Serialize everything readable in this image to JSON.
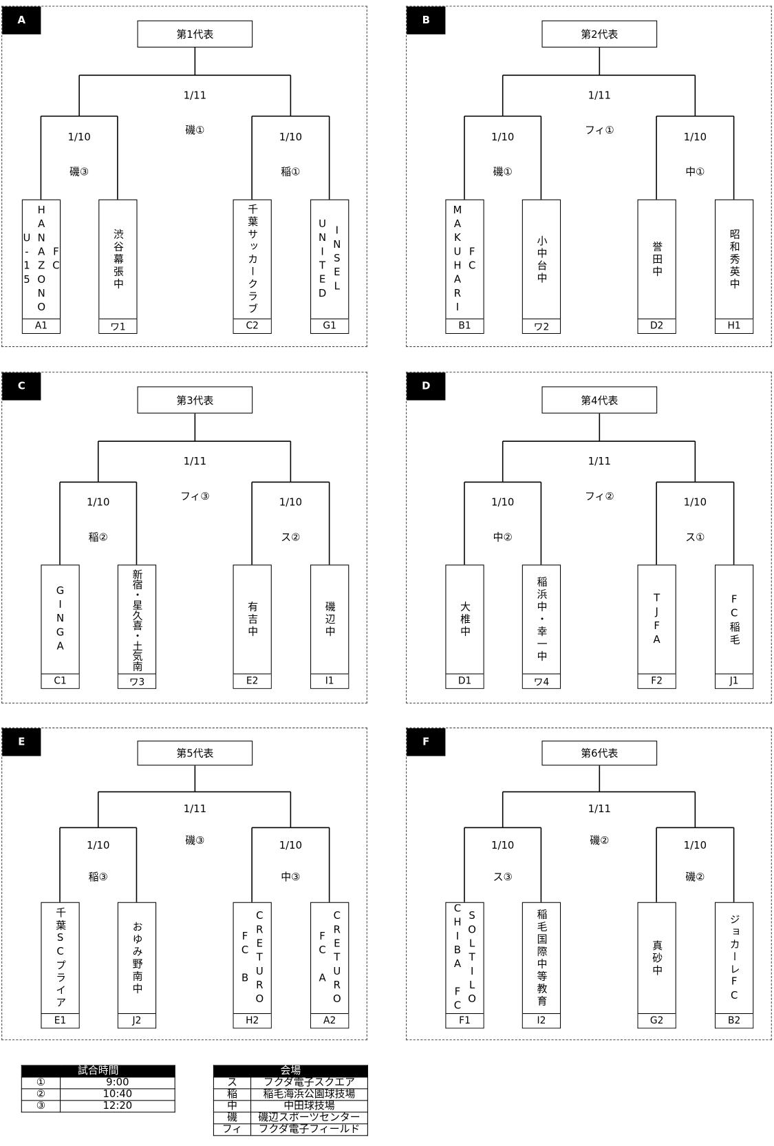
{
  "panels": [
    {
      "label": "A",
      "rep": "第1代表",
      "final": {
        "date": "1/11",
        "venue": "磯①"
      },
      "semis": [
        {
          "date": "1/10",
          "venue": "磯③"
        },
        {
          "date": "1/10",
          "venue": "稲①"
        }
      ],
      "teams": [
        {
          "lines": [
            "FC",
            "HANAZONO",
            "U-15"
          ],
          "seed": "A1"
        },
        {
          "lines": [
            "渋谷幕張中"
          ],
          "seed": "ワ1"
        },
        {
          "lines": [
            "千葉サッカークラブ"
          ],
          "seed": "C2"
        },
        {
          "lines": [
            "INSEL",
            "UNITED"
          ],
          "seed": "G1"
        }
      ]
    },
    {
      "label": "B",
      "rep": "第2代表",
      "final": {
        "date": "1/11",
        "venue": "フィ①"
      },
      "semis": [
        {
          "date": "1/10",
          "venue": "磯①"
        },
        {
          "date": "1/10",
          "venue": "中①"
        }
      ],
      "teams": [
        {
          "lines": [
            "FC",
            "MAKUHARI"
          ],
          "seed": "B1"
        },
        {
          "lines": [
            "小中台中"
          ],
          "seed": "ワ2"
        },
        {
          "lines": [
            "誉田中"
          ],
          "seed": "D2"
        },
        {
          "lines": [
            "昭和秀英中"
          ],
          "seed": "H1"
        }
      ]
    },
    {
      "label": "C",
      "rep": "第3代表",
      "final": {
        "date": "1/11",
        "venue": "フィ③"
      },
      "semis": [
        {
          "date": "1/10",
          "venue": "稲②"
        },
        {
          "date": "1/10",
          "venue": "ス②"
        }
      ],
      "teams": [
        {
          "lines": [
            "GINGA"
          ],
          "seed": "C1"
        },
        {
          "lines": [
            "新宿・星久喜・土気南"
          ],
          "seed": "ワ3"
        },
        {
          "lines": [
            "有吉中"
          ],
          "seed": "E2"
        },
        {
          "lines": [
            "磯辺中"
          ],
          "seed": "I1"
        }
      ]
    },
    {
      "label": "D",
      "rep": "第4代表",
      "final": {
        "date": "1/11",
        "venue": "フィ②"
      },
      "semis": [
        {
          "date": "1/10",
          "venue": "中②"
        },
        {
          "date": "1/10",
          "venue": "ス①"
        }
      ],
      "teams": [
        {
          "lines": [
            "大椎中"
          ],
          "seed": "D1"
        },
        {
          "lines": [
            "稲浜中・幸一中"
          ],
          "seed": "ワ4"
        },
        {
          "lines": [
            "TJFA"
          ],
          "seed": "F2"
        },
        {
          "lines": [
            "FC稲毛"
          ],
          "seed": "J1"
        }
      ]
    },
    {
      "label": "E",
      "rep": "第5代表",
      "final": {
        "date": "1/11",
        "venue": "磯③"
      },
      "semis": [
        {
          "date": "1/10",
          "venue": "稲③"
        },
        {
          "date": "1/10",
          "venue": "中③"
        }
      ],
      "teams": [
        {
          "lines": [
            "千葉SCプライア"
          ],
          "seed": "E1"
        },
        {
          "lines": [
            "おゆみ野南中"
          ],
          "seed": "J2"
        },
        {
          "lines": [
            "CRETURO",
            "FC B"
          ],
          "seed": "H2"
        },
        {
          "lines": [
            "CRETURO",
            "FC A"
          ],
          "seed": "A2"
        }
      ]
    },
    {
      "label": "F",
      "rep": "第6代表",
      "final": {
        "date": "1/11",
        "venue": "磯②"
      },
      "semis": [
        {
          "date": "1/10",
          "venue": "ス③"
        },
        {
          "date": "1/10",
          "venue": "磯②"
        }
      ],
      "teams": [
        {
          "lines": [
            "SOLTILO",
            "CHIBA FC"
          ],
          "seed": "F1"
        },
        {
          "lines": [
            "稲毛国際中等教育"
          ],
          "seed": "I2"
        },
        {
          "lines": [
            "真砂中"
          ],
          "seed": "G2"
        },
        {
          "lines": [
            "ジョカーレFC"
          ],
          "seed": "B2"
        }
      ]
    }
  ],
  "schedule": {
    "title": "試合時間",
    "rows": [
      {
        "mark": "①",
        "time": "9:00"
      },
      {
        "mark": "②",
        "time": "10:40"
      },
      {
        "mark": "③",
        "time": "12:20"
      }
    ]
  },
  "venues": {
    "title": "会場",
    "rows": [
      {
        "abbr": "ス",
        "name": "フクダ電子スクエア"
      },
      {
        "abbr": "稲",
        "name": "稲毛海浜公園球技場"
      },
      {
        "abbr": "中",
        "name": "中田球技場"
      },
      {
        "abbr": "磯",
        "name": "磯辺スポーツセンター"
      },
      {
        "abbr": "フィ",
        "name": "フクダ電子フィールド"
      }
    ]
  }
}
